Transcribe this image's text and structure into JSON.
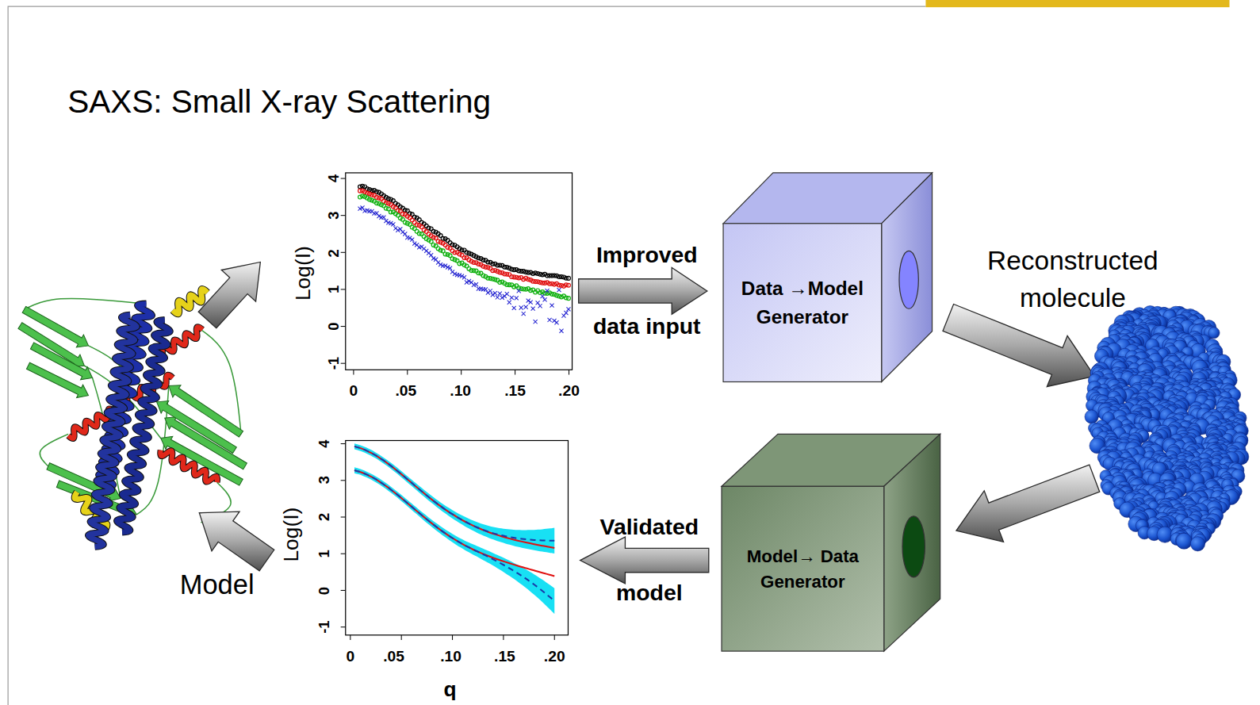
{
  "diagram": {
    "title": "SAXS: Small X-ray Scattering",
    "nodes": [
      {
        "text": [
          "Data →Model Generator"
        ]
      },
      {
        "text": [
          "Model→ Data Generator"
        ]
      }
    ],
    "labels": [
      "4",
      "3",
      "2",
      "1",
      "0",
      "-1",
      "0",
      ".05",
      ".10",
      ".15",
      ".20",
      "Log(I)",
      "Improved data input",
      "Reconstructed molecule",
      "4",
      "3",
      "2",
      "1",
      "0",
      "-1",
      "0",
      ".05",
      ".10",
      ".15",
      ".20",
      "Log(I)",
      "q",
      "Validated model",
      "Model"
    ]
  }
}
